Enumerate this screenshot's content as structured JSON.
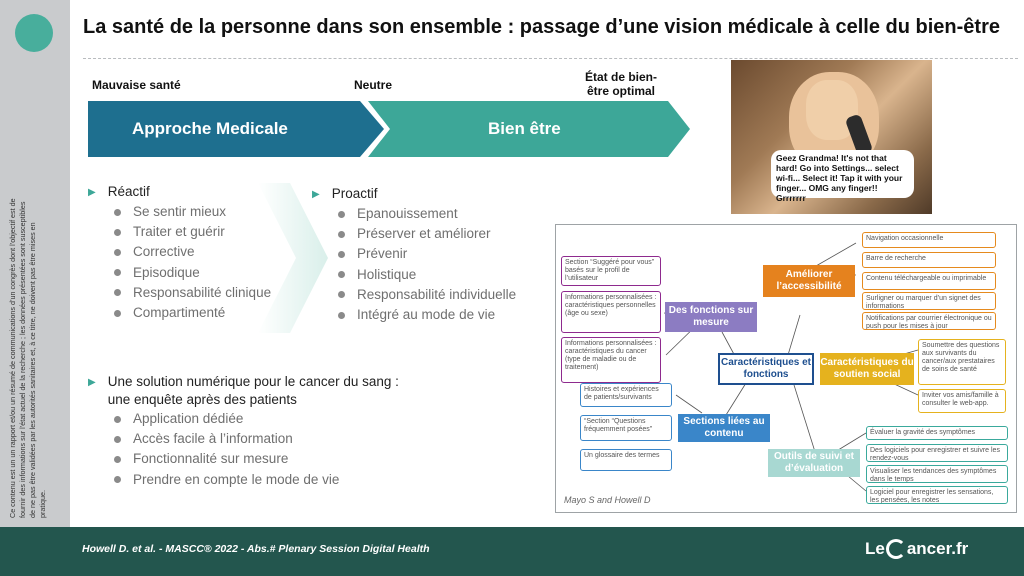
{
  "title": "La santé de la personne dans son ensemble : passage d’une vision médicale à celle du bien-être",
  "sidebar": {
    "disclaimer": "Ce contenu est un un rapport et/ou un résumé de communications d’un congrès dont l’objectif est de fournir des informations sur l’état actuel de la recherche ; les données présentées sont susceptibles de ne pas être validées par les autorités sanitaires et, à ce titre, ne doivent pas être mises en pratique."
  },
  "scale": {
    "left": "Mauvaise santé",
    "middle": "Neutre",
    "right": "État de bien-être optimal"
  },
  "arrows": {
    "left_label": "Approche Medicale",
    "right_label": "Bien être"
  },
  "photo": {
    "caption": "Geez Grandma! It's not that hard! Go into Settings... select wi-fi... Select it! Tap it with your finger... OMG any finger!! Grrrrrrr"
  },
  "reactive": {
    "heading": "Réactif",
    "items": [
      "Se sentir mieux",
      "Traiter et guérir",
      "Corrective",
      "Episodique",
      "Responsabilité clinique",
      "Compartimenté"
    ]
  },
  "proactive": {
    "heading": "Proactif",
    "items": [
      "Epanouissement",
      "Préserver et améliorer",
      "Prévenir",
      "Holistique",
      "Responsabilité individuelle",
      "Intégré au mode de vie"
    ]
  },
  "solution": {
    "heading": "Une solution numérique pour le cancer du sang : une enquête après des patients",
    "items": [
      "Application dédiée",
      "Accès facile à l’information",
      "Fonctionnalité sur mesure",
      "Prendre en compte le mode de vie"
    ]
  },
  "diagram": {
    "center": "Caractéristiques et fonctions",
    "nodes": {
      "fonctions_sur_mesure": "Des fonctions sur mesure",
      "ameliorer_accessibilite": "Améliorer l’accessibilité",
      "soutien_social": "Caractéristiques du soutien social",
      "sections_contenu": "Sections liées au contenu",
      "outils_suivi": "Outils de suivi et d’évaluation"
    },
    "purple_boxes": [
      "Section “Suggéré pour vous” basés sur le profil de l’utilisateur",
      "Informations personnalisées : caractéristiques personnelles (âge ou sexe)",
      "Informations personnalisées : caractéristiques du cancer (type de maladie ou de traitement)"
    ],
    "orange_boxes": [
      "Navigation occasionnelle",
      "Barre de recherche",
      "Contenu téléchargeable ou imprimable",
      "Surligner ou marquer d’un signet des informations",
      "Notifications par courrier électronique ou push pour les mises à jour"
    ],
    "yellow_boxes": [
      "Soumettre des questions aux survivants du cancer/aux prestataires de soins de santé",
      "Inviter vos amis/famille à consulter le web-app."
    ],
    "blue_boxes": [
      "Histoires et expériences de patients/survivants",
      "“Section “Questions fréquemment posées”",
      "Un glossaire des termes"
    ],
    "teal_boxes": [
      "Évaluer la gravité des symptômes",
      "Des logiciels pour enregistrer et suivre les rendez-vous",
      "Visualiser les tendances des symptômes dans le temps",
      "Logiciel pour enregistrer les sensations, les pensées, les notes"
    ],
    "credit": "Mayo S and Howell D"
  },
  "footer": {
    "citation": "Howell D. et al. - MASCC® 2022 - Abs.# Plenary Session Digital Health",
    "logo_left": "Le",
    "logo_right": "ancer.fr"
  },
  "colors": {
    "teal": "#3da798",
    "navy": "#1e6f8f",
    "footer": "#23564e"
  }
}
